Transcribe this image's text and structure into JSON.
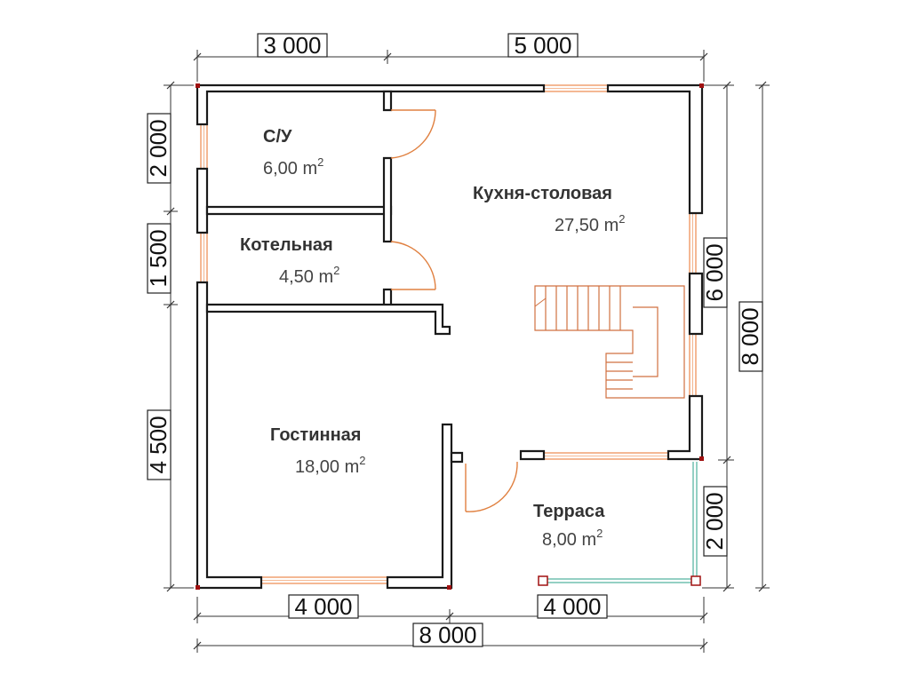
{
  "dimensions": {
    "top_left": "3 000",
    "top_right": "5 000",
    "left_su": "2 000",
    "left_kotel": "1 500",
    "left_gost": "4 500",
    "right_kitchen": "6 000",
    "right_total": "8 000",
    "right_terrace": "2 000",
    "bottom_left": "4 000",
    "bottom_right": "4 000",
    "bottom_total": "8 000"
  },
  "rooms": {
    "su": {
      "name": "С/У",
      "area": "6,00 m",
      "unit_sup": "2"
    },
    "kotel": {
      "name": "Котельная",
      "area": "4,50 m",
      "unit_sup": "2"
    },
    "kitchen": {
      "name": "Кухня-столовая",
      "area": "27,50 m",
      "unit_sup": "2"
    },
    "gost": {
      "name": "Гостинная",
      "area": "18,00 m",
      "unit_sup": "2"
    },
    "terrace": {
      "name": "Терраса",
      "area": "8,00 m",
      "unit_sup": "2"
    }
  },
  "colors": {
    "wall": "#1a1a1a",
    "window": "#f0a070",
    "door": "#e08040",
    "corner": "#a01010",
    "railing": "#70c0b0",
    "dim_line": "#333333"
  }
}
